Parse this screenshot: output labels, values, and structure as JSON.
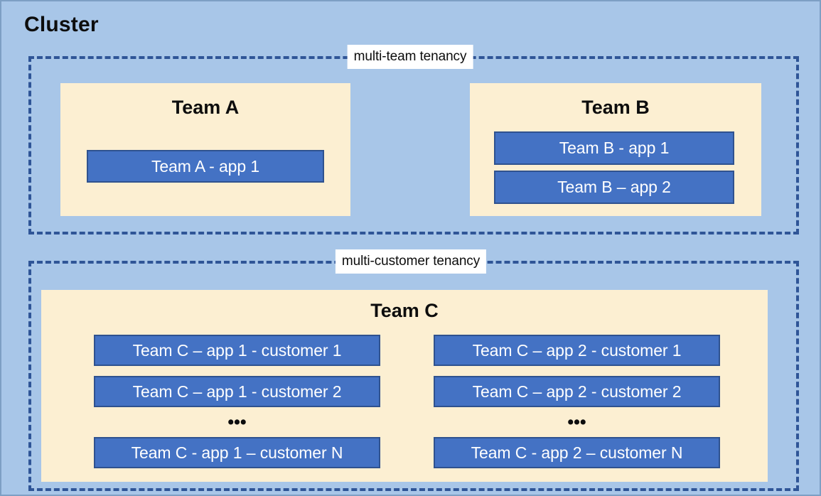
{
  "diagram": {
    "title": "Cluster",
    "background_color": "#a8c6e8",
    "panel_color": "#fcefd2",
    "app_color": "#4472c4",
    "app_border_color": "#2f528f",
    "dashed_border_color": "#2f5597"
  },
  "groups": [
    {
      "id": "multi-team",
      "label": "multi-team tenancy",
      "teams": [
        {
          "id": "team-a",
          "title": "Team A",
          "apps": [
            {
              "id": "a1",
              "label": "Team A - app 1"
            }
          ]
        },
        {
          "id": "team-b",
          "title": "Team B",
          "apps": [
            {
              "id": "b1",
              "label": "Team B - app 1"
            },
            {
              "id": "b2",
              "label": "Team B – app 2"
            }
          ]
        }
      ]
    },
    {
      "id": "multi-customer",
      "label": "multi-customer tenancy",
      "teams": [
        {
          "id": "team-c",
          "title": "Team C",
          "columns": [
            {
              "id": "col1",
              "apps": [
                {
                  "id": "c1-1",
                  "label": "Team C – app 1 - customer 1"
                },
                {
                  "id": "c1-2",
                  "label": "Team C – app 1 - customer 2"
                },
                {
                  "id": "c1-n",
                  "label": "Team C - app 1 – customer N"
                }
              ],
              "ellipsis": "•••"
            },
            {
              "id": "col2",
              "apps": [
                {
                  "id": "c2-1",
                  "label": "Team C – app 2 - customer 1"
                },
                {
                  "id": "c2-2",
                  "label": "Team C – app 2 - customer 2"
                },
                {
                  "id": "c2-n",
                  "label": "Team C - app 2 – customer N"
                }
              ],
              "ellipsis": "•••"
            }
          ]
        }
      ]
    }
  ]
}
